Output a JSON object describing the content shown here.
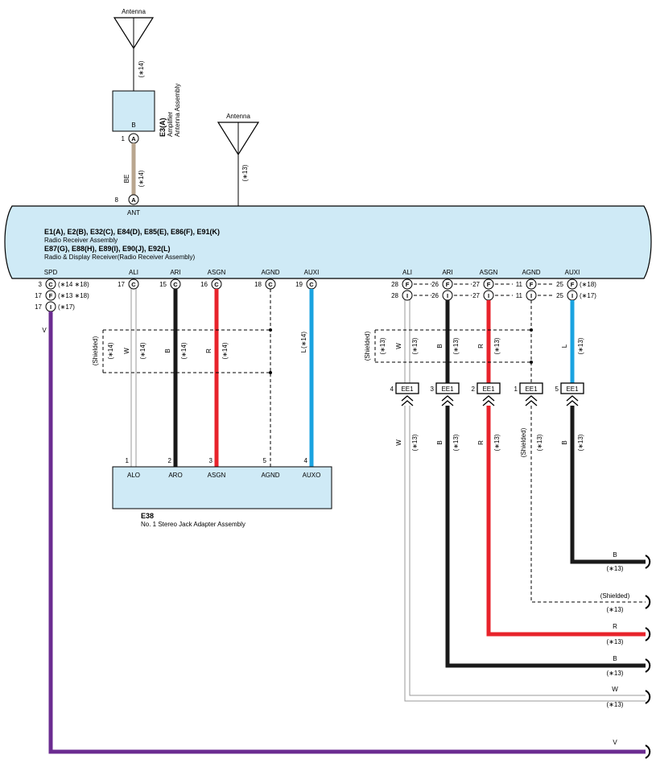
{
  "antenna_top": {
    "label": "Antenna",
    "note": "(∗14)"
  },
  "amplifier": {
    "code": "E3(A)",
    "name_line1": "Amplifier",
    "name_line2": "Antenna Assembly",
    "pin_name": "B",
    "pin_num": "1",
    "pin_conn": "A"
  },
  "wire_be": {
    "color": "BE",
    "note": "(∗14)"
  },
  "antenna_center": {
    "label": "Antenna",
    "note": "(∗13)"
  },
  "receiver": {
    "codes_line1": "E1(A), E2(B), E32(C), E84(D), E85(E), E86(F), E91(K)",
    "name_line1": "Radio Receiver Assembly",
    "codes_line2": "E87(G), E88(H), E89(I), E90(J), E92(L)",
    "name_line2": "Radio & Display Receiver(Radio Receiver Assembly)",
    "ant_pin_num": "8",
    "ant_pin_conn": "A",
    "ant_pin_name": "ANT",
    "spd": {
      "name": "SPD",
      "pins": [
        {
          "num": "3",
          "conn": "C",
          "note": "(∗14 ∗18)"
        },
        {
          "num": "17",
          "conn": "F",
          "note": "(∗13 ∗18)"
        },
        {
          "num": "17",
          "conn": "I",
          "note": "(∗17)"
        }
      ]
    },
    "left_pins": [
      {
        "name": "ALI",
        "num": "17",
        "conn": "C"
      },
      {
        "name": "ARI",
        "num": "15",
        "conn": "C"
      },
      {
        "name": "ASGN",
        "num": "16",
        "conn": "C"
      },
      {
        "name": "AGND",
        "num": "18",
        "conn": "C"
      },
      {
        "name": "AUXI",
        "num": "19",
        "conn": "C"
      }
    ],
    "right_pins": [
      {
        "name": "ALI",
        "num1": "28",
        "conn1": "F",
        "num2": "28",
        "conn2": "I"
      },
      {
        "name": "ARI",
        "num1": "26",
        "conn1": "F",
        "num2": "26",
        "conn2": "I"
      },
      {
        "name": "ASGN",
        "num1": "27",
        "conn1": "F",
        "num2": "27",
        "conn2": "I"
      },
      {
        "name": "AGND",
        "num1": "11",
        "conn1": "F",
        "num2": "11",
        "conn2": "I"
      },
      {
        "name": "AUXI",
        "num1": "25",
        "conn1": "F",
        "num2": "25",
        "conn2": "I"
      }
    ],
    "auxi_notes": [
      "(∗18)",
      "(∗17)"
    ]
  },
  "left_wires": {
    "shielded": "(Shielded)",
    "shielded_note": "(∗14)",
    "items": [
      {
        "color": "W",
        "note": "(∗14)"
      },
      {
        "color": "B",
        "note": "(∗14)"
      },
      {
        "color": "R",
        "note": "(∗14)"
      },
      {
        "color": "L",
        "note": "(∗14)"
      }
    ]
  },
  "jack": {
    "code": "E38",
    "name": "No. 1 Stereo Jack Adapter Assembly",
    "pins": [
      {
        "num": "1",
        "name": "ALO"
      },
      {
        "num": "2",
        "name": "ARO"
      },
      {
        "num": "3",
        "name": "ASGN"
      },
      {
        "num": "5",
        "name": "AGND"
      },
      {
        "num": "4",
        "name": "AUXO"
      }
    ]
  },
  "right_wires": {
    "shielded": "(Shielded)",
    "shielded_note": "(∗13)",
    "upper": [
      {
        "color": "W",
        "note": "(∗13)"
      },
      {
        "color": "B",
        "note": "(∗13)"
      },
      {
        "color": "R",
        "note": "(∗13)"
      },
      {
        "color": "L",
        "note": "(∗13)"
      }
    ],
    "ee1": [
      {
        "num": "4",
        "label": "EE1"
      },
      {
        "num": "3",
        "label": "EE1"
      },
      {
        "num": "2",
        "label": "EE1"
      },
      {
        "num": "1",
        "label": "EE1"
      },
      {
        "num": "5",
        "label": "EE1"
      }
    ],
    "lower": [
      {
        "color": "W",
        "note": "(∗13)"
      },
      {
        "color": "B",
        "note": "(∗13)"
      },
      {
        "color": "R",
        "note": "(∗13)"
      },
      {
        "color": "(Shielded)",
        "note": "(∗13)"
      },
      {
        "color": "B",
        "note": "(∗13)"
      }
    ]
  },
  "outputs": [
    {
      "color": "B",
      "note": "(∗13)"
    },
    {
      "color": "(Shielded)",
      "note": "(∗13)"
    },
    {
      "color": "R",
      "note": "(∗13)"
    },
    {
      "color": "B",
      "note": "(∗13)"
    },
    {
      "color": "W",
      "note": "(∗13)"
    },
    {
      "color": "V",
      "note": ""
    }
  ],
  "spd_wire": {
    "color": "V"
  },
  "colors": {
    "component_fill": "#cfeaf6",
    "wire_be": "#b9a68f",
    "wire_black": "#1a1a1a",
    "wire_red": "#e8232b",
    "wire_blue": "#1aa3e0",
    "wire_violet": "#6b2c91",
    "wire_white": "#9a9a9a"
  }
}
